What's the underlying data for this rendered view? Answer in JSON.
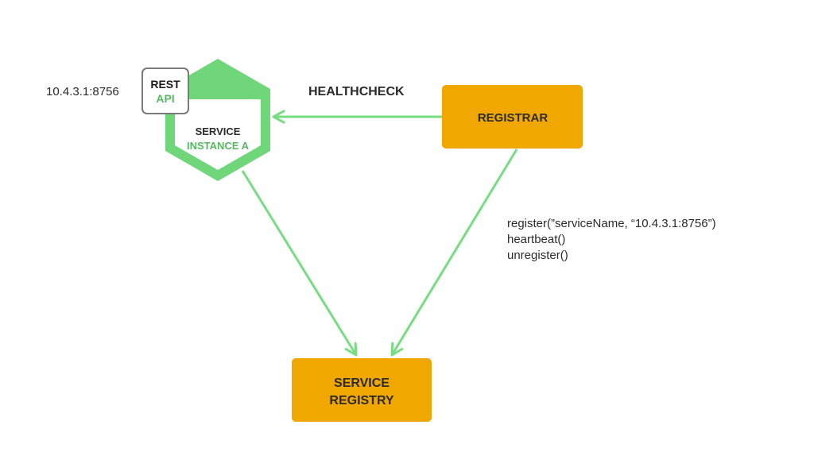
{
  "service_instance": {
    "address": "10.4.3.1:8756",
    "label_line1": "SERVICE",
    "label_line2": "INSTANCE A",
    "rest_badge_line1": "REST",
    "rest_badge_line2": "API"
  },
  "registrar": {
    "label": "REGISTRAR"
  },
  "service_registry": {
    "label_line1": "SERVICE",
    "label_line2": "REGISTRY"
  },
  "healthcheck_label": "HEALTHCHECK",
  "registrar_calls": [
    "register(”serviceName, “10.4.3.1:8756”)",
    "heartbeat()",
    "unregister()"
  ],
  "colors": {
    "hexagon_fill": "#6fd67a",
    "hexagon_inner": "#ffffff",
    "connector": "#77dd82",
    "orange_box": "#f0a800",
    "text_dark": "#2b2b2b",
    "text_green": "#58b862",
    "badge_border": "#7a7a7a"
  }
}
